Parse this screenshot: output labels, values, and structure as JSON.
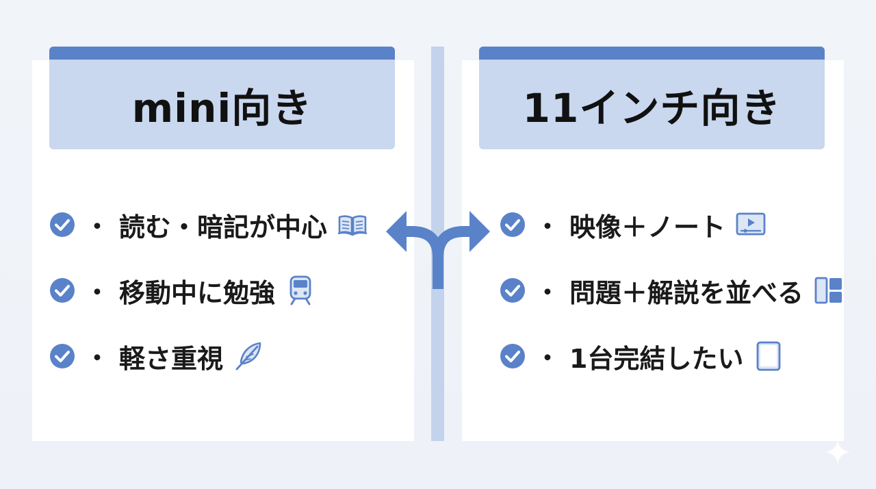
{
  "left": {
    "title": "mini向き",
    "items": [
      {
        "label": "読む・暗記が中心",
        "icon": "book-icon"
      },
      {
        "label": "移動中に勉強",
        "icon": "train-icon"
      },
      {
        "label": "軽さ重視",
        "icon": "feather-icon"
      }
    ]
  },
  "right": {
    "title": "11インチ向き",
    "items": [
      {
        "label": "映像＋ノート",
        "icon": "video-player-icon"
      },
      {
        "label": "問題＋解説を並べる",
        "icon": "split-view-icon"
      },
      {
        "label": "1台完結したい",
        "icon": "tablet-icon"
      }
    ]
  },
  "bullet": "・",
  "colors": {
    "accent": "#5a82c9",
    "header_bg": "#c9d7ef",
    "divider": "#c4d3ec",
    "text": "#1a1a1a",
    "background": "#edf1f8"
  }
}
